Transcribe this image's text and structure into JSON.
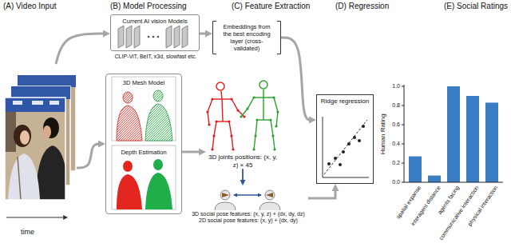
{
  "diagram": {
    "nodes": [
      {
        "text": [
          "time"
        ]
      },
      {
        "text": [
          "Current AI vision Models",
          "CLIP-ViT, BeIT, x3d, slowfast etc."
        ]
      },
      {
        "text": [
          "Embeddings from the best encoding layer (cross-validated)"
        ]
      },
      {
        "text": [
          "3D Mesh Model",
          "Depth Estimation"
        ]
      },
      {
        "text": [
          "3D joints positions: (x, y, z) × 45"
        ]
      },
      {
        "text": [
          "3D social pose features: (x, y, z) + (dx, dy, dz)",
          "2D social pose features: (x, y) + (dx, dy)"
        ]
      },
      {
        "text": [
          "Ridge regression"
        ]
      },
      {
        "text": [
          "Human Rating"
        ]
      }
    ],
    "edges": [
      {
        "from": 0,
        "to": 1,
        "arrow": "to"
      },
      {
        "from": 0,
        "to": 3,
        "arrow": "to"
      },
      {
        "from": 1,
        "to": 2,
        "arrow": "to"
      },
      {
        "from": 2,
        "to": 6,
        "arrow": "to"
      },
      {
        "from": 3,
        "to": 4,
        "arrow": "to"
      },
      {
        "from": 4,
        "to": 5,
        "arrow": "to"
      },
      {
        "from": 5,
        "to": 6,
        "arrow": "to"
      }
    ],
    "labels": [
      "(A) Video Input",
      "(B) Model Processing",
      "(C) Feature Extraction",
      "(D) Regression",
      "(E) Social Ratings",
      "0.0",
      "0.2",
      "0.4",
      "0.6",
      "0.8",
      "1.0",
      "spatial expanse",
      "interagent distance",
      "agents facing",
      "communicative interaction",
      "physical interaction"
    ]
  }
}
